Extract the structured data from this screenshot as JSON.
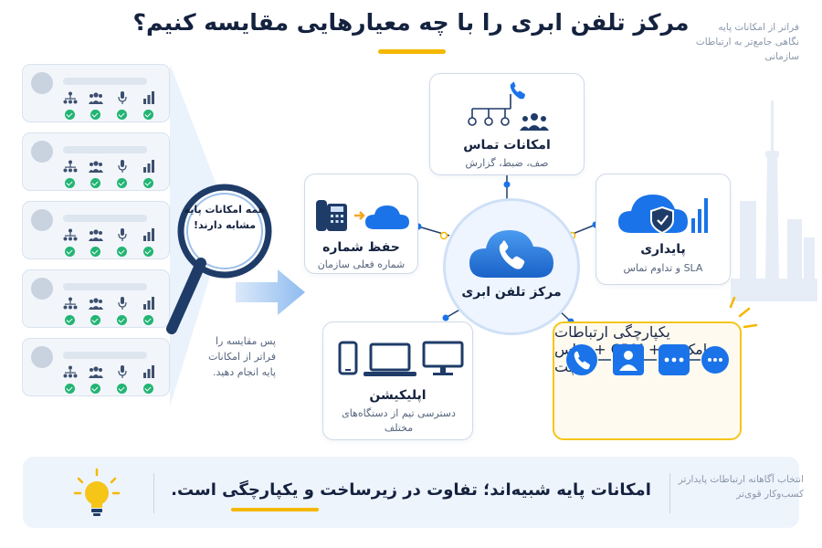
{
  "title": "مرکز تلفن ابری را با چه معیارهایی مقایسه کنیم؟",
  "side_note": "فراتر از امکانات پایه نگاهی جامع‌تر به ارتباطات سازمانی",
  "magnifier_text": "همه امکانات پایه مشابه دارند!",
  "left_note": "پس مقایسه را فراتر از امکانات پایه انجام دهید.",
  "center": {
    "label": "مرکز تلفن ابری"
  },
  "boxes": {
    "call_features": {
      "title": "امکانات تماس",
      "subtitle": "صف، ضبط، گزارش"
    },
    "number_keep": {
      "title": "حفظ شماره",
      "subtitle": "شماره فعلی سازمان"
    },
    "stability": {
      "title": "پایداری",
      "subtitle": "SLA و تداوم تماس"
    },
    "application": {
      "title": "اپلیکیشن",
      "subtitle": "دسترسی تیم از دستگاه‌های مختلف"
    },
    "integration": {
      "title": "یکپارچگی ارتباطات",
      "subtitle": "تماس + CRM + پیامک + چت"
    }
  },
  "banner": {
    "text": "امکانات پایه شبیه‌اند؛ تفاوت در زیرساخت و یکپارچگی است."
  },
  "bottom_note": "انتخاب آگاهانه ارتباطات پایدارتر کسب‌وکار قوی‌تر",
  "colors": {
    "accent": "#1a73e8",
    "highlight": "#f5b800",
    "check": "#22b573",
    "navy": "#14223f"
  },
  "icons": [
    "org-chart-icon",
    "users-icon",
    "microphone-icon",
    "bar-chart-icon",
    "check-icon",
    "phone-icon",
    "cloud-icon",
    "shield-icon",
    "desk-phone-icon",
    "laptop-icon",
    "monitor-icon",
    "smartphone-icon",
    "user-card-icon",
    "chat-icon",
    "lightbulb-icon",
    "magnifier-icon",
    "arrow-right-icon",
    "tower-icon"
  ]
}
